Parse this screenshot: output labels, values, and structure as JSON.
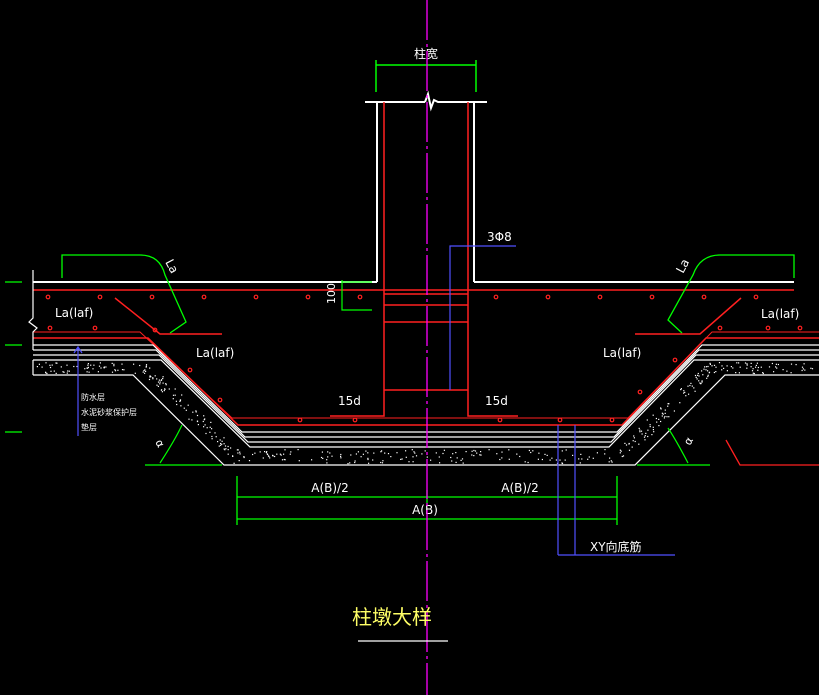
{
  "drawing": {
    "title": "柱墩大样",
    "labels": {
      "column_width": "柱宽",
      "rebar_3phi8": "3Φ8",
      "dim_100": "100",
      "la": "La",
      "la_laf": "La(laf)",
      "d15": "15d",
      "half_ab": "A(B)/2",
      "ab": "A(B)",
      "xy_bottom_rebar": "XY向底筋",
      "waterproof": "防水层",
      "protective": "水泥砂浆保护层",
      "cushion": "垫层",
      "alpha": "α"
    }
  },
  "colors": {
    "background": "#000000",
    "concrete_outline": "#ffffff",
    "rebar": "#ff2020",
    "dimension": "#00ff00",
    "axis": "#ff00ff",
    "leader": "#5050ff",
    "text": "#ffffff",
    "title_text": "#ffff66"
  }
}
